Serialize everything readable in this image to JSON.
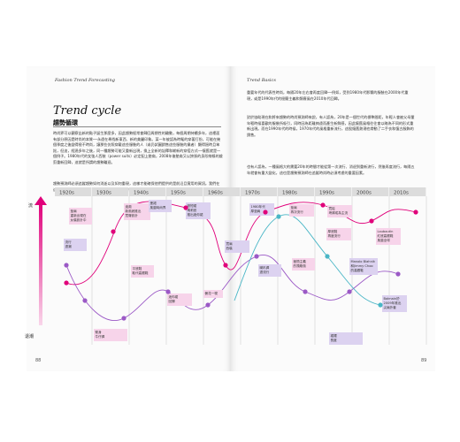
{
  "page": {
    "left_running_head": "Fashion Trend Forecasting",
    "right_running_head": "Trend Basics",
    "title": "Trend cycle",
    "subtitle": "趨勢循環",
    "left_page_number": "88",
    "right_page_number": "89"
  },
  "body": {
    "left_para_1": "時尚界可以觀察出新的點子誕生那麼多，因此趨勢經常會歸回周期性的輪動，每個周期持續多年，這裡面有部分原因是時尚的本質──永遠在尋找新東西、新的美麗印象。某一年被認為時髦的穿著打扮，可能在幾個季度之後變得極不時尚，讓那些仿照穿戴這些服裝的人（或仍試圖銷售這些服裝的業者）顯得過時且笨拙，但這，經過多年之後，同一種趨勢可能又重新出現，換上全新的詮釋和嶄新的穿搭方式──懷舊就是一個例子。1980年代的女強人西裝（power suits）必定配上墊肩，2008年後墊肩又以誇張的身形線條的裁剪重新回歸，這就是所謂的趨勢輪迴。",
    "left_para_2": "趨勢預測師必須追蹤趨勢如何消逝以及如何重現，這樣才能確保他們提供的是前沿且實用的資訊。我們在這裡探討整個趨勢循環，觀察潮流如何在一段時間內的演化過程。",
    "right_para_1": "重要年代的代表性時尚，每隔20年左右會再度回歸──例如，受到1980年代影響的服裝在2000年代重現，或是1990年代的極簡主義和頹廢風在2010年代回歸。",
    "right_para_2": "對於協助現在和將來趨勢的時尚預測師來說，有人認為，20年是一個世代的標準間距，年輕人會被父母輩年輕時候喜歡的服裝所吸引，同時因為距離夠遠而產生新鮮感，因此懷舊風格往往會以略為不同的形式重新出現。而在1990年代的時候，1970年代的風格重新流行，這股懷舊熱潮也帶動了二手衣和復古服飾的銷售。",
    "right_para_3": "也有人認為，一種風格大約需要20年的時間才能從第一次流行、消退到重新流行，然後再度流行，每隔五年就會有重大變化，這也是趨勢預測師在追蹤時尚時必須考慮的重要因素。"
  },
  "timeline": {
    "decades": [
      "1920s",
      "1930s",
      "1940s",
      "1950s",
      "1960s",
      "1970s",
      "1980s",
      "1990s",
      "2000s",
      "2010s"
    ],
    "axis_top_label": "流",
    "axis_bottom_label": "退潮",
    "notes": [
      {
        "line1": "墊肩",
        "line2": "重新出現在",
        "line3": "女裝設計中"
      },
      {
        "line1": "迪奧",
        "line2": "新風貌推出",
        "line3": "寬臀設計"
      },
      {
        "line1": "蓬裙",
        "line2": "風靡時尚界",
        "line3": ""
      },
      {
        "line1": "超短裙",
        "line2": "瑪莉官",
        "line3": "推出迷你裙"
      },
      {
        "line1": "1980年代",
        "line2": "厚墊肩",
        "line3": ""
      },
      {
        "line1": "墊肩",
        "line2": "再次流行",
        "line3": ""
      },
      {
        "line1": "寬鬆",
        "line2": "垮褲成為主流",
        "line3": ""
      },
      {
        "line1": "Louboutin",
        "line2": "紅底高跟鞋",
        "line3": "風靡全球"
      },
      {
        "line1": "Manolo Blahnik",
        "line2": "和Jimmy Choo",
        "line3": "的高跟鞋"
      },
      {
        "line1": "Balmain於",
        "line2": "2009年推出",
        "line3": "尖肩外套"
      },
      {
        "line1": "流行",
        "line2": "退潮",
        "line3": ""
      },
      {
        "line1": "厚底鞋",
        "line2": "再度流行",
        "line3": ""
      },
      {
        "line1": "平底鞋",
        "line2": "取代高跟鞋",
        "line3": ""
      },
      {
        "line1": "迷你裙",
        "line2": "回歸",
        "line3": ""
      },
      {
        "line1": "曇花一現",
        "line2": "",
        "line3": ""
      },
      {
        "line1": "緊身",
        "line2": "牛仔褲",
        "line3": ""
      },
      {
        "line1": "喇叭褲",
        "line2": "退流行",
        "line3": ""
      },
      {
        "line1": "極簡主義",
        "line2": "的頹廢風",
        "line3": ""
      },
      {
        "line1": "裙襬",
        "line2": "長度",
        "line3": ""
      },
      {
        "line1": "寬肩",
        "line2": "西裝",
        "line3": ""
      }
    ]
  },
  "colors": {
    "magenta": "#e0007a",
    "purple": "#9b59c6",
    "teal": "#49b6c6",
    "pink_bg": "#f7d4ea",
    "lavender_bg": "#dcd2f0",
    "band": "#dcdcdc"
  }
}
